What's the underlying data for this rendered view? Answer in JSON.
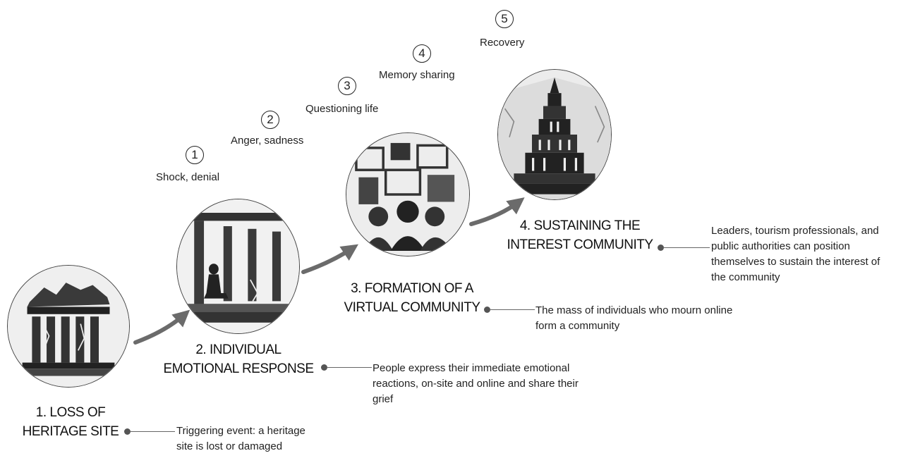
{
  "stages": [
    {
      "title": "1. LOSS OF\nHERITAGE SITE",
      "description": "Triggering event: a heritage\nsite is lost or damaged"
    },
    {
      "title": "2. INDIVIDUAL\nEMOTIONAL RESPONSE",
      "description": "People express their immediate emotional\nreactions, on-site and online and share their\ngrief"
    },
    {
      "title": "3. FORMATION OF A\nVIRTUAL COMMUNITY",
      "description": "The mass of individuals who mourn online\nform a community"
    },
    {
      "title": "4. SUSTAINING THE\nINTEREST COMMUNITY",
      "description": "Leaders, tourism professionals, and\npublic authorities can position\nthemselves to sustain the interest of\nthe community"
    }
  ],
  "phases": [
    {
      "number": "1",
      "label": "Shock, denial"
    },
    {
      "number": "2",
      "label": "Anger, sadness"
    },
    {
      "number": "3",
      "label": "Questioning life"
    },
    {
      "number": "4",
      "label": "Memory sharing"
    },
    {
      "number": "5",
      "label": "Recovery"
    }
  ]
}
